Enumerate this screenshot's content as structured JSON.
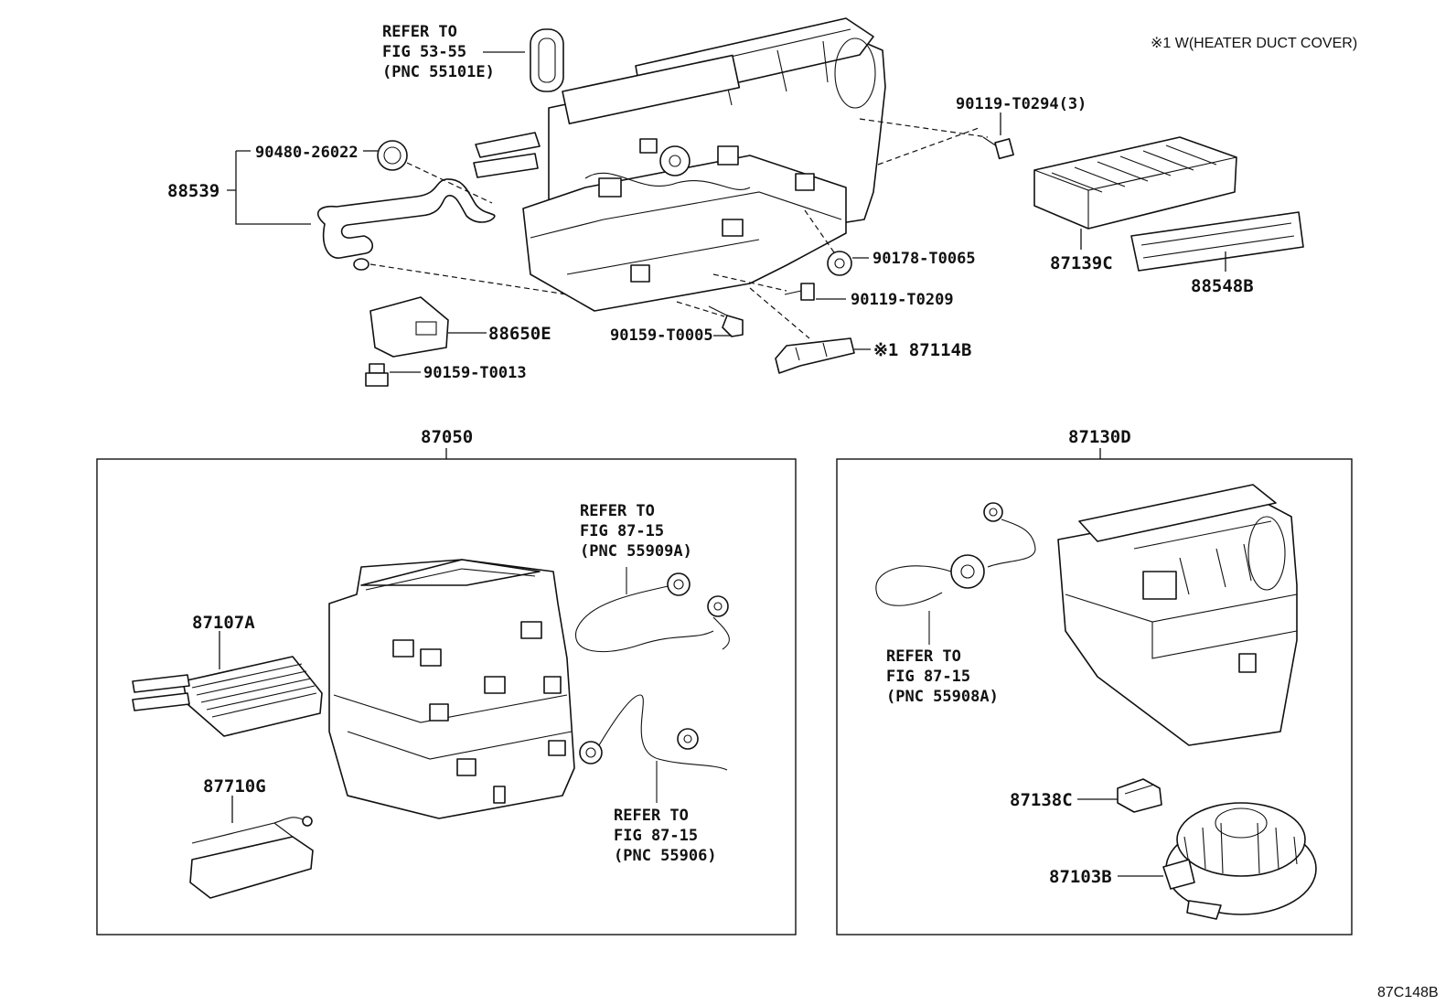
{
  "note_top_right": "※1 W(HEATER DUCT COVER)",
  "figure_code": "87C148B",
  "refs": {
    "fig_53_55": [
      "REFER TO",
      "FIG 53-55",
      "(PNC 55101E)"
    ],
    "fig_87_15_a": [
      "REFER TO",
      "FIG 87-15",
      "(PNC 55909A)"
    ],
    "fig_87_15_b": [
      "REFER TO",
      "FIG 87-15",
      "(PNC 55906)"
    ],
    "fig_87_15_c": [
      "REFER TO",
      "FIG 87-15",
      "(PNC 55908A)"
    ]
  },
  "parts": {
    "p88539": "88539",
    "p90480": "90480-26022",
    "p90119_t0294": "90119-T0294(3)",
    "p87139c": "87139C",
    "p88548b": "88548B",
    "p90178": "90178-T0065",
    "p90119_t0209": "90119-T0209",
    "p88650e": "88650E",
    "p90159_t0005": "90159-T0005",
    "p87114b": "※1 87114B",
    "p90159_t0013": "90159-T0013",
    "p87050": "87050",
    "p87130d": "87130D",
    "p87107a": "87107A",
    "p87710g": "87710G",
    "p87138c": "87138C",
    "p87103b": "87103B"
  }
}
